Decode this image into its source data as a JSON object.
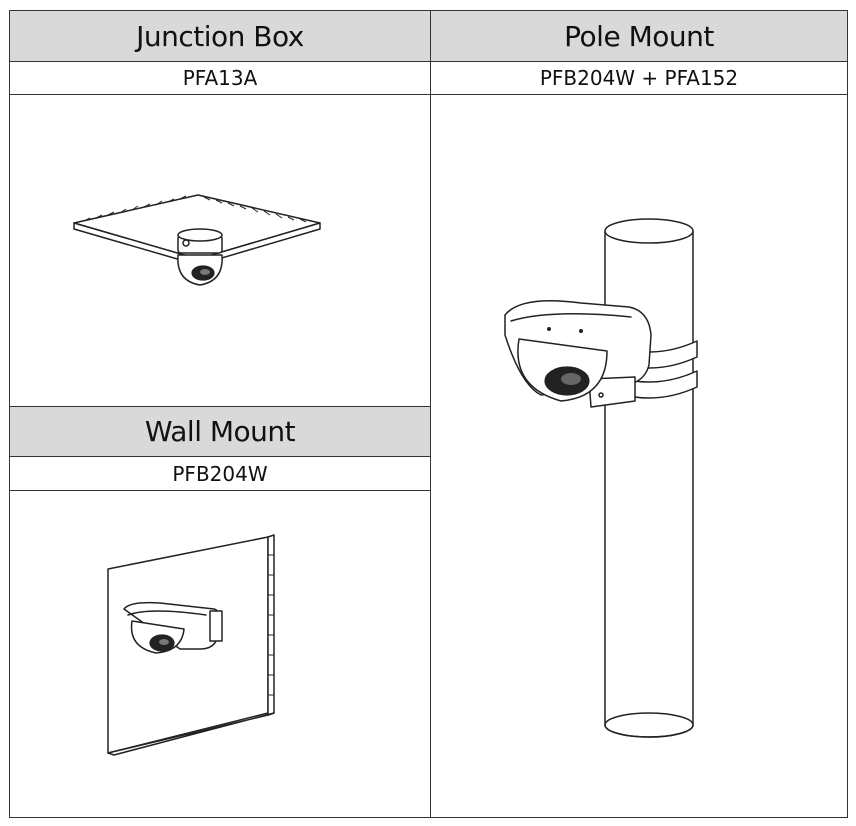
{
  "junction_box": {
    "title": "Junction Box",
    "model": "PFA13A"
  },
  "pole_mount": {
    "title": "Pole Mount",
    "model": "PFB204W + PFA152"
  },
  "wall_mount": {
    "title": "Wall Mount",
    "model": "PFB204W"
  }
}
